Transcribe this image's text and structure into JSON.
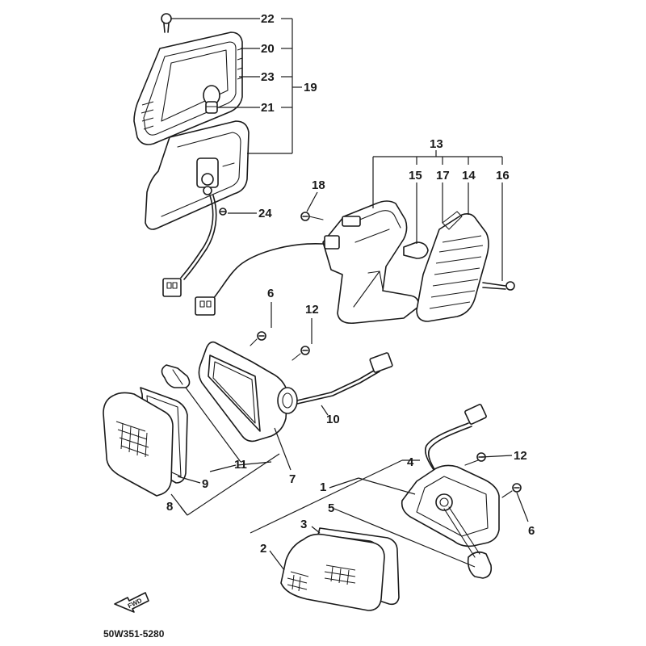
{
  "diagram": {
    "callouts": {
      "c1": "1",
      "c2": "2",
      "c3": "3",
      "c4": "4",
      "c5": "5",
      "c6a": "6",
      "c6b": "6",
      "c7": "7",
      "c8": "8",
      "c9": "9",
      "c10": "10",
      "c11": "11",
      "c12a": "12",
      "c12b": "12",
      "c13": "13",
      "c14": "14",
      "c15": "15",
      "c16": "16",
      "c17": "17",
      "c18": "18",
      "c19": "19",
      "c20": "20",
      "c21": "21",
      "c22": "22",
      "c23": "23",
      "c24": "24"
    },
    "fwd_label": "FWD",
    "drawing_code": "50W351-5280"
  }
}
